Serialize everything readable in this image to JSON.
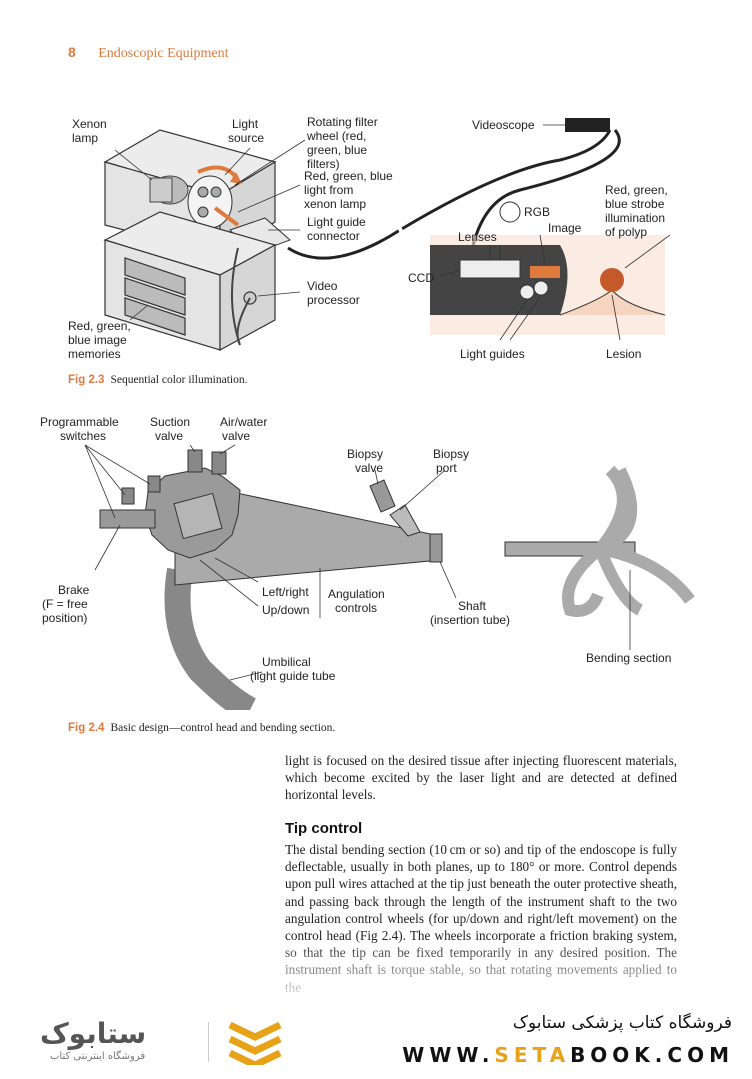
{
  "header": {
    "page_number": "8",
    "running_title": "Endoscopic Equipment"
  },
  "fig23": {
    "caption_label": "Fig 2.3",
    "caption_text": "Sequential color illumination.",
    "labels": {
      "xenon": [
        "Xenon",
        "lamp"
      ],
      "light_source": [
        "Light",
        "source"
      ],
      "filter_wheel": [
        "Rotating filter",
        "wheel (red,",
        "green, blue",
        "filters)"
      ],
      "rgb_light": [
        "Red, green, blue",
        "light from",
        "xenon lamp"
      ],
      "guide_connector": [
        "Light guide",
        "connector"
      ],
      "video_processor": [
        "Video",
        "processor"
      ],
      "memories": [
        "Red, green,",
        "blue image",
        "memories"
      ],
      "videoscope": "Videoscope",
      "strobe": [
        "Red, green,",
        "blue strobe",
        "illumination",
        "of polyp"
      ],
      "rgb": "RGB",
      "lenses": "Lenses",
      "image": "Image",
      "ccd": "CCD",
      "light_guides": "Light guides",
      "lesion": "Lesion"
    }
  },
  "fig24": {
    "caption_label": "Fig 2.4",
    "caption_text": "Basic design—control head and bending section.",
    "labels": {
      "prog_switches": [
        "Programmable",
        "switches"
      ],
      "suction": [
        "Suction",
        "valve"
      ],
      "airwater": [
        "Air/water",
        "valve"
      ],
      "biopsy_valve": [
        "Biopsy",
        "valve"
      ],
      "biopsy_port": [
        "Biopsy",
        "port"
      ],
      "brake": [
        "Brake",
        "(F = free",
        "position)"
      ],
      "leftright": "Left/right",
      "updown": "Up/down",
      "angulation": [
        "Angulation",
        "controls"
      ],
      "shaft": [
        "Shaft",
        "(insertion tube)"
      ],
      "umbilical": [
        "Umbilical",
        "(light guide tube"
      ],
      "bending": "Bending section"
    }
  },
  "paragraph1": "light is focused on the desired tissue after injecting fluorescent materials, which become excited by the laser light and are detected at defined horizontal levels.",
  "section_heading": "Tip control",
  "paragraph2": "The distal bending section (10 cm or so) and tip of the endoscope is fully deflectable, usually in both planes, up to 180° or more. Control depends upon pull wires attached at the tip just beneath the outer protective sheath, and passing back through the length of the instrument shaft to the two angulation control wheels (for up/down and right/left movement) on the control head (Fig 2.4). The wheels incorporate a friction braking system, so that the tip can be fixed temporarily in any desired position. The instrument shaft is torque stable, so that rotating movements applied to the",
  "banner": {
    "store_name": "فروشگاه کتاب پزشکی ستابوک",
    "url_pre": "WWW.",
    "url_mid": "SETA",
    "url_post": "BOOK.COM",
    "logo": "ستابوک",
    "logo_sub": "فروشگاه اینترنتی کتاب"
  },
  "colors": {
    "accent": "#e07a3c",
    "banner_gold": "#e8a218"
  }
}
